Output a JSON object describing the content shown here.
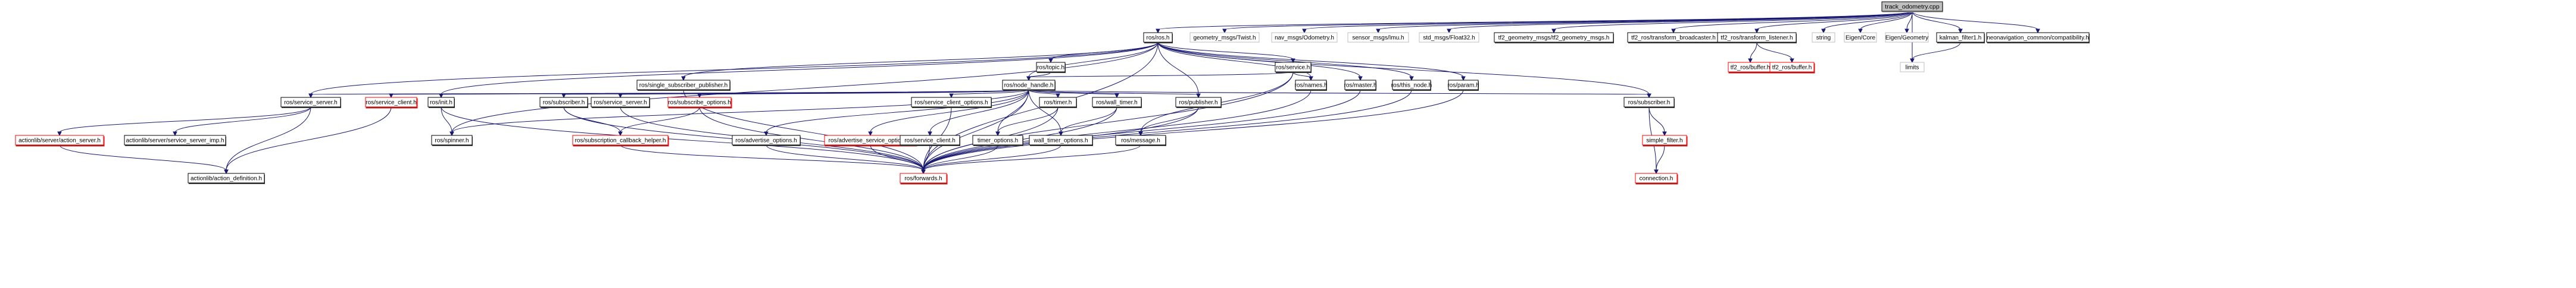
{
  "title": "track_odometry.cpp include dependency graph",
  "colors": {
    "edge": "#191970",
    "root_fill": "#bfbfbf",
    "documented_border": "#000000",
    "external_border": "#bfbfbf",
    "truncated_border": "#ff0000"
  },
  "nodes": [
    {
      "id": "root",
      "label": "track_odometry.cpp",
      "kind": "root"
    },
    {
      "id": "ros_ros",
      "label": "ros/ros.h",
      "kind": "doc"
    },
    {
      "id": "geom_twist",
      "label": "geometry_msgs/Twist.h",
      "kind": "ext"
    },
    {
      "id": "nav_odom",
      "label": "nav_msgs/Odometry.h",
      "kind": "ext"
    },
    {
      "id": "sensor_imu",
      "label": "sensor_msgs/Imu.h",
      "kind": "ext"
    },
    {
      "id": "std_float",
      "label": "std_msgs/Float32.h",
      "kind": "ext"
    },
    {
      "id": "tf2_geom",
      "label": "tf2_geometry_msgs/tf2_geometry_msgs.h",
      "kind": "doc"
    },
    {
      "id": "tf2_bcast",
      "label": "tf2_ros/transform_broadcaster.h",
      "kind": "doc"
    },
    {
      "id": "tf2_listen",
      "label": "tf2_ros/transform_listener.h",
      "kind": "doc"
    },
    {
      "id": "string",
      "label": "string",
      "kind": "ext"
    },
    {
      "id": "eigen_core",
      "label": "Eigen/Core",
      "kind": "ext"
    },
    {
      "id": "eigen_geom",
      "label": "Eigen/Geometry",
      "kind": "ext"
    },
    {
      "id": "kalman",
      "label": "kalman_filter1.h",
      "kind": "doc"
    },
    {
      "id": "neonav",
      "label": "neonavigation_common/compatibility.h",
      "kind": "doc"
    },
    {
      "id": "limits",
      "label": "limits",
      "kind": "ext"
    },
    {
      "id": "tf2_buf1",
      "label": "tf2_ros/buffer.h",
      "kind": "red"
    },
    {
      "id": "tf2_buf2",
      "label": "tf2_ros/buffer.h",
      "kind": "red"
    },
    {
      "id": "ros_topic",
      "label": "ros/topic.h",
      "kind": "doc"
    },
    {
      "id": "ros_service",
      "label": "ros/service.h",
      "kind": "doc"
    },
    {
      "id": "ros_ssp",
      "label": "ros/single_subscriber_publisher.h",
      "kind": "doc"
    },
    {
      "id": "ros_nh",
      "label": "ros/node_handle.h",
      "kind": "doc"
    },
    {
      "id": "ros_names",
      "label": "ros/names.h",
      "kind": "doc"
    },
    {
      "id": "ros_master",
      "label": "ros/master.h",
      "kind": "doc"
    },
    {
      "id": "ros_this_node",
      "label": "ros/this_node.h",
      "kind": "doc"
    },
    {
      "id": "ros_param",
      "label": "ros/param.h",
      "kind": "doc"
    },
    {
      "id": "ros_service_server_a",
      "label": "ros/service_server.h",
      "kind": "doc"
    },
    {
      "id": "ros_service_client",
      "label": "ros/service_client.h",
      "kind": "red"
    },
    {
      "id": "ros_init",
      "label": "ros/init.h",
      "kind": "doc"
    },
    {
      "id": "ros_subscriber_a",
      "label": "ros/subscriber.h",
      "kind": "doc"
    },
    {
      "id": "ros_service_server_b",
      "label": "ros/service_server.h",
      "kind": "doc"
    },
    {
      "id": "ros_subscribe_options",
      "label": "ros/subscribe_options.h",
      "kind": "red"
    },
    {
      "id": "ros_sco",
      "label": "ros/service_client_options.h",
      "kind": "doc"
    },
    {
      "id": "ros_timer",
      "label": "ros/timer.h",
      "kind": "doc"
    },
    {
      "id": "ros_wall_timer",
      "label": "ros/wall_timer.h",
      "kind": "doc"
    },
    {
      "id": "ros_publisher",
      "label": "ros/publisher.h",
      "kind": "doc"
    },
    {
      "id": "ros_subscriber_b",
      "label": "ros/subscriber.h",
      "kind": "doc"
    },
    {
      "id": "al_action_server",
      "label": "actionlib/server/action_server.h",
      "kind": "red"
    },
    {
      "id": "al_ssi",
      "label": "actionlib/server/service_server_imp.h",
      "kind": "doc"
    },
    {
      "id": "ros_spinner",
      "label": "ros/spinner.h",
      "kind": "doc"
    },
    {
      "id": "ros_sub_cb",
      "label": "ros/subscription_callback_helper.h",
      "kind": "red"
    },
    {
      "id": "ros_adv_opts",
      "label": "ros/advertise_options.h",
      "kind": "doc"
    },
    {
      "id": "ros_adv_srv_opts",
      "label": "ros/advertise_service_options.h",
      "kind": "red"
    },
    {
      "id": "ros_service_client2",
      "label": "ros/service_client.h",
      "kind": "doc"
    },
    {
      "id": "timer_opts",
      "label": "timer_options.h",
      "kind": "doc"
    },
    {
      "id": "wall_timer_opts",
      "label": "wall_timer_options.h",
      "kind": "doc"
    },
    {
      "id": "ros_message",
      "label": "ros/message.h",
      "kind": "doc"
    },
    {
      "id": "simple_filter",
      "label": "simple_filter.h",
      "kind": "red"
    },
    {
      "id": "al_action_def",
      "label": "actionlib/action_definition.h",
      "kind": "doc"
    },
    {
      "id": "ros_forwards",
      "label": "ros/forwards.h",
      "kind": "red"
    },
    {
      "id": "connection",
      "label": "connection.h",
      "kind": "red"
    }
  ],
  "edges": [
    [
      "root",
      "ros_ros"
    ],
    [
      "root",
      "geom_twist"
    ],
    [
      "root",
      "nav_odom"
    ],
    [
      "root",
      "sensor_imu"
    ],
    [
      "root",
      "std_float"
    ],
    [
      "root",
      "tf2_geom"
    ],
    [
      "root",
      "tf2_bcast"
    ],
    [
      "root",
      "tf2_listen"
    ],
    [
      "root",
      "string"
    ],
    [
      "root",
      "eigen_core"
    ],
    [
      "root",
      "eigen_geom"
    ],
    [
      "root",
      "kalman"
    ],
    [
      "root",
      "neonav"
    ],
    [
      "root",
      "limits"
    ],
    [
      "tf2_listen",
      "tf2_buf1"
    ],
    [
      "tf2_listen",
      "tf2_buf2"
    ],
    [
      "kalman",
      "limits"
    ],
    [
      "ros_ros",
      "ros_topic"
    ],
    [
      "ros_ros",
      "ros_service"
    ],
    [
      "ros_ros",
      "ros_ssp"
    ],
    [
      "ros_ros",
      "ros_nh"
    ],
    [
      "ros_ros",
      "ros_names"
    ],
    [
      "ros_ros",
      "ros_master"
    ],
    [
      "ros_ros",
      "ros_this_node"
    ],
    [
      "ros_ros",
      "ros_param"
    ],
    [
      "ros_ros",
      "ros_service_server_a"
    ],
    [
      "ros_ros",
      "ros_init"
    ],
    [
      "ros_ros",
      "ros_subscriber_b"
    ],
    [
      "ros_ros",
      "ros_publisher"
    ],
    [
      "ros_ros",
      "ros_spinner"
    ],
    [
      "ros_ros",
      "ros_forwards"
    ],
    [
      "ros_topic",
      "ros_nh"
    ],
    [
      "ros_service",
      "ros_nh"
    ],
    [
      "ros_service",
      "ros_names"
    ],
    [
      "ros_service",
      "ros_message"
    ],
    [
      "ros_service",
      "ros_forwards"
    ],
    [
      "ros_ssp",
      "ros_forwards"
    ],
    [
      "ros_nh",
      "ros_service_server_a"
    ],
    [
      "ros_nh",
      "ros_service_client"
    ],
    [
      "ros_nh",
      "ros_init"
    ],
    [
      "ros_nh",
      "ros_subscriber_a"
    ],
    [
      "ros_nh",
      "ros_service_server_b"
    ],
    [
      "ros_nh",
      "ros_subscribe_options"
    ],
    [
      "ros_nh",
      "ros_sco"
    ],
    [
      "ros_nh",
      "ros_timer"
    ],
    [
      "ros_nh",
      "ros_wall_timer"
    ],
    [
      "ros_nh",
      "ros_publisher"
    ],
    [
      "ros_nh",
      "ros_subscriber_b"
    ],
    [
      "ros_nh",
      "ros_adv_opts"
    ],
    [
      "ros_nh",
      "ros_adv_srv_opts"
    ],
    [
      "ros_nh",
      "ros_service_client2"
    ],
    [
      "ros_nh",
      "timer_opts"
    ],
    [
      "ros_nh",
      "wall_timer_opts"
    ],
    [
      "ros_nh",
      "ros_spinner"
    ],
    [
      "ros_nh",
      "ros_forwards"
    ],
    [
      "ros_service_server_a",
      "al_action_server"
    ],
    [
      "ros_service_server_a",
      "al_ssi"
    ],
    [
      "ros_service_server_a",
      "al_action_def"
    ],
    [
      "ros_service_client",
      "al_action_def"
    ],
    [
      "ros_init",
      "ros_spinner"
    ],
    [
      "ros_init",
      "ros_forwards"
    ],
    [
      "ros_subscriber_a",
      "ros_sub_cb"
    ],
    [
      "ros_subscriber_a",
      "ros_forwards"
    ],
    [
      "ros_service_server_b",
      "ros_forwards"
    ],
    [
      "ros_subscribe_options",
      "ros_sub_cb"
    ],
    [
      "ros_subscribe_options",
      "ros_forwards"
    ],
    [
      "ros_sco",
      "ros_forwards"
    ],
    [
      "ros_timer",
      "timer_opts"
    ],
    [
      "ros_timer",
      "ros_forwards"
    ],
    [
      "ros_wall_timer",
      "wall_timer_opts"
    ],
    [
      "ros_wall_timer",
      "ros_forwards"
    ],
    [
      "ros_publisher",
      "ros_message"
    ],
    [
      "ros_publisher",
      "ros_forwards"
    ],
    [
      "ros_subscriber_b",
      "simple_filter"
    ],
    [
      "ros_subscriber_b",
      "connection"
    ],
    [
      "simple_filter",
      "connection"
    ],
    [
      "al_action_server",
      "al_action_def"
    ],
    [
      "ros_sub_cb",
      "ros_forwards"
    ],
    [
      "ros_adv_opts",
      "ros_forwards"
    ],
    [
      "ros_adv_srv_opts",
      "ros_forwards"
    ],
    [
      "ros_service_client2",
      "ros_forwards"
    ],
    [
      "timer_opts",
      "ros_forwards"
    ],
    [
      "wall_timer_opts",
      "ros_forwards"
    ],
    [
      "ros_names",
      "ros_forwards"
    ],
    [
      "ros_master",
      "ros_forwards"
    ],
    [
      "ros_this_node",
      "ros_forwards"
    ],
    [
      "ros_param",
      "ros_forwards"
    ],
    [
      "ros_message",
      "ros_forwards"
    ]
  ]
}
